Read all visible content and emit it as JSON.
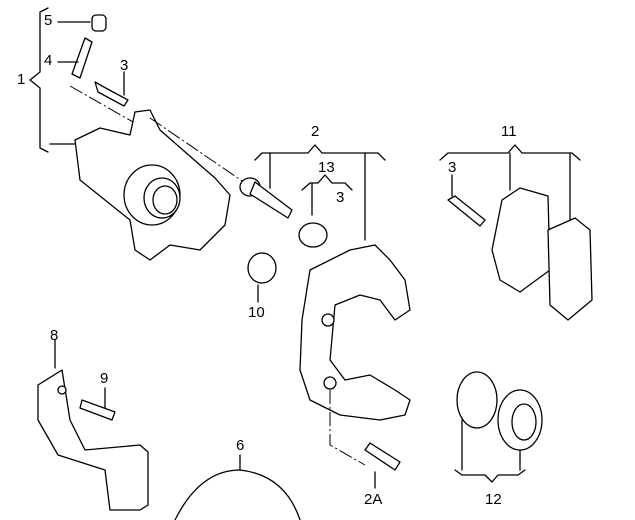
{
  "diagram": {
    "title": "Brake caliper exploded view",
    "callouts": [
      {
        "id": "1",
        "label": "1"
      },
      {
        "id": "2",
        "label": "2"
      },
      {
        "id": "2A",
        "label": "2A"
      },
      {
        "id": "3a",
        "label": "3"
      },
      {
        "id": "3b",
        "label": "3"
      },
      {
        "id": "3c",
        "label": "3"
      },
      {
        "id": "4",
        "label": "4"
      },
      {
        "id": "5",
        "label": "5"
      },
      {
        "id": "6",
        "label": "6"
      },
      {
        "id": "8",
        "label": "8"
      },
      {
        "id": "9",
        "label": "9"
      },
      {
        "id": "10",
        "label": "10"
      },
      {
        "id": "11",
        "label": "11"
      },
      {
        "id": "12",
        "label": "12"
      },
      {
        "id": "13",
        "label": "13"
      }
    ]
  }
}
